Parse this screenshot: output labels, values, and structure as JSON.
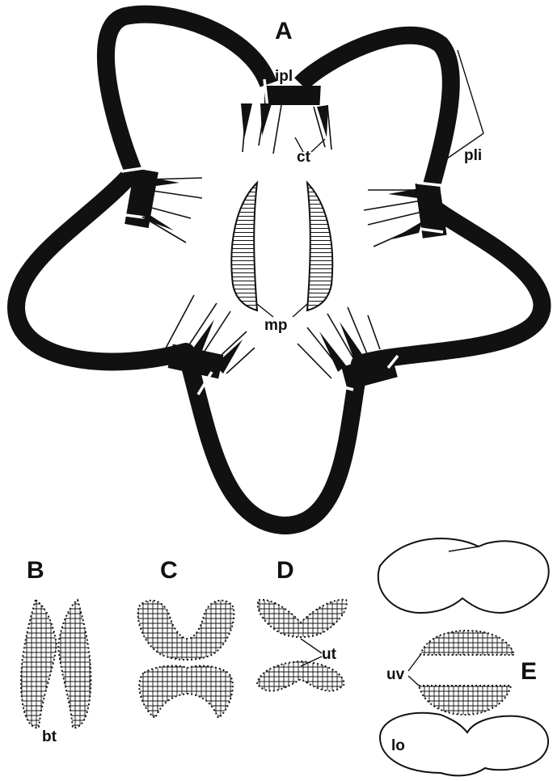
{
  "panels": {
    "a": "A",
    "b": "B",
    "c": "C",
    "d": "D",
    "e": "E"
  },
  "labels": {
    "ipl": "ipl",
    "pli": "pli",
    "ct": "ct",
    "mp": "mp",
    "bt": "bt",
    "ut": "ut",
    "uv": "uv",
    "lo": "lo"
  },
  "colors": {
    "ink": "#111111",
    "paper": "#ffffff"
  }
}
